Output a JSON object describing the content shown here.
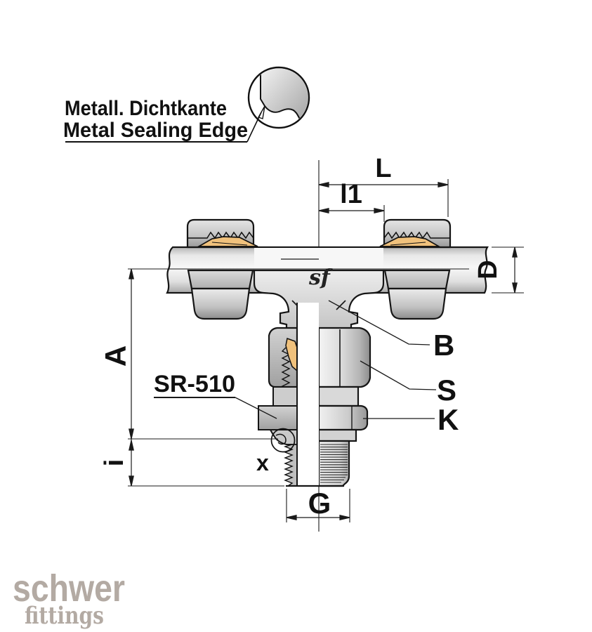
{
  "callout": {
    "line1": "Metall. Dichtkante",
    "line2": "Metal Sealing Edge"
  },
  "drawing": {
    "product_code": "SR-510",
    "body_mark": "sf",
    "dims": {
      "L": "L",
      "l1": "l1",
      "D": "D",
      "A": "A",
      "i": "i",
      "G": "G",
      "B": "B",
      "S": "S",
      "K": "K",
      "x": "x"
    }
  },
  "logo": {
    "brand": "schwer",
    "subbrand": "fittings"
  },
  "colors": {
    "outline": "#1a1a1a",
    "ferrule": "#f0c17c",
    "logo_gray": "#b3aaa3",
    "metal_light": "#f2f2f2",
    "metal_dark": "#909090"
  }
}
